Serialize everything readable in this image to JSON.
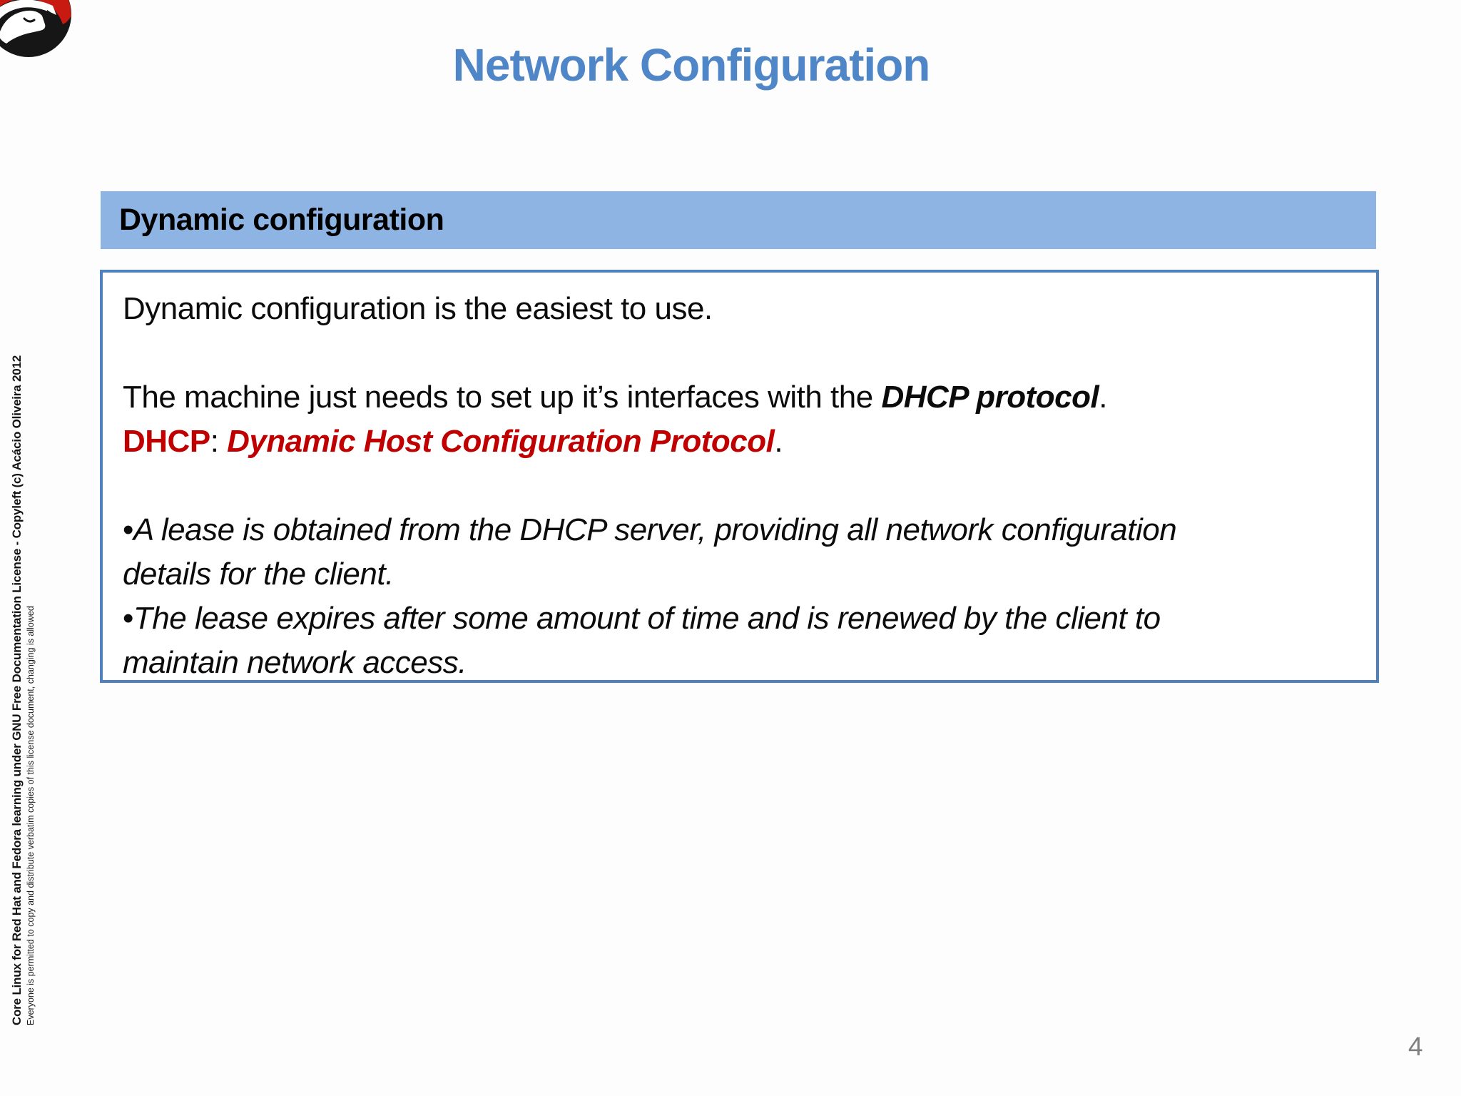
{
  "slide": {
    "title": "Network Configuration",
    "section_header": "Dynamic configuration",
    "content_box": {
      "p1": "Dynamic configuration is the easiest to use.",
      "p2_prefix": "The machine just needs to set up it’s interfaces with the ",
      "p2_emphasis": "DHCP protocol",
      "p2_suffix": ".",
      "p3_term": "DHCP",
      "p3_colon": ": ",
      "p3_definition": "Dynamic Host Configuration Protocol",
      "p3_period": ".",
      "bullet_char": "•",
      "bullet1_line1": "A lease is obtained from the DHCP server, providing all network configuration",
      "bullet1_line2": "details for the client.",
      "bullet2_line1": "The lease expires after some amount of time and is renewed by the client to",
      "bullet2_line2": "maintain network access."
    },
    "license_sidebar": {
      "line1": "Core Linux for Red Hat and Fedora learning under GNU Free Documentation License  - Copyleft (c) Acácio Oliveira 2012",
      "line2": "Everyone is permitted to copy and distribute verbatim copies of this license document, changing is allowed"
    },
    "page_number": "4",
    "logo": {
      "name": "redhat-shadowman-logo"
    },
    "colors": {
      "title_blue": "#4E86C8",
      "header_bar_blue": "#8EB4E3",
      "box_border_blue": "#4F81BD",
      "accent_red": "#C00000",
      "page_number_gray": "#7F7F7F",
      "logo_red": "#C81A11",
      "logo_black": "#161616"
    }
  }
}
